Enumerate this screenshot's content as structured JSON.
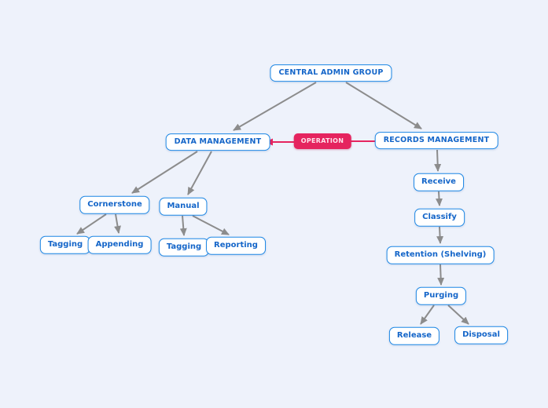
{
  "diagram": {
    "nodes": {
      "central_admin_group": "CENTRAL ADMIN GROUP",
      "data_management": "DATA MANAGEMENT",
      "operation": "OPERATION",
      "records_management": "RECORDS MANAGEMENT",
      "cornerstone": "Cornerstone",
      "manual": "Manual",
      "tagging_under_cornerstone": "Tagging",
      "appending": "Appending",
      "tagging_under_manual": "Tagging",
      "reporting": "Reporting",
      "receive": "Receive",
      "classify": "Classify",
      "retention_shelving": "Retention (Shelving)",
      "purging": "Purging",
      "release": "Release",
      "disposal": "Disposal"
    },
    "colors": {
      "background": "#eef2fb",
      "node_border_blue": "#1e88e5",
      "node_text_blue": "#1566c9",
      "edge_gray": "#8c8c8c",
      "operation_pink": "#e5245f",
      "operation_text": "#ffe3ec"
    }
  }
}
